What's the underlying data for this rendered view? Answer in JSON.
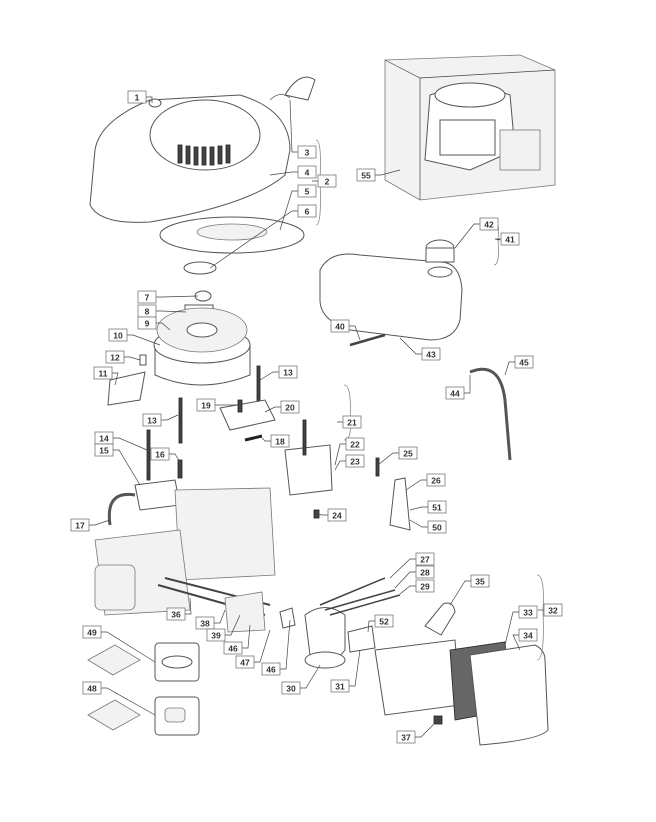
{
  "diagram": {
    "type": "exploded-parts-diagram",
    "callouts": [
      {
        "id": "c1",
        "label": "1"
      },
      {
        "id": "c2",
        "label": "2"
      },
      {
        "id": "c3",
        "label": "3"
      },
      {
        "id": "c4",
        "label": "4"
      },
      {
        "id": "c5",
        "label": "5"
      },
      {
        "id": "c6",
        "label": "6"
      },
      {
        "id": "c7",
        "label": "7"
      },
      {
        "id": "c8",
        "label": "8"
      },
      {
        "id": "c9",
        "label": "9"
      },
      {
        "id": "c10",
        "label": "10"
      },
      {
        "id": "c11",
        "label": "11"
      },
      {
        "id": "c12",
        "label": "12"
      },
      {
        "id": "c13a",
        "label": "13"
      },
      {
        "id": "c13b",
        "label": "13"
      },
      {
        "id": "c14",
        "label": "14"
      },
      {
        "id": "c15",
        "label": "15"
      },
      {
        "id": "c16",
        "label": "16"
      },
      {
        "id": "c17",
        "label": "17"
      },
      {
        "id": "c18",
        "label": "18"
      },
      {
        "id": "c19",
        "label": "19"
      },
      {
        "id": "c20",
        "label": "20"
      },
      {
        "id": "c21",
        "label": "21"
      },
      {
        "id": "c22",
        "label": "22"
      },
      {
        "id": "c23",
        "label": "23"
      },
      {
        "id": "c24",
        "label": "24"
      },
      {
        "id": "c25",
        "label": "25"
      },
      {
        "id": "c26",
        "label": "26"
      },
      {
        "id": "c27",
        "label": "27"
      },
      {
        "id": "c28",
        "label": "28"
      },
      {
        "id": "c29",
        "label": "29"
      },
      {
        "id": "c30",
        "label": "30"
      },
      {
        "id": "c31",
        "label": "31"
      },
      {
        "id": "c32",
        "label": "32"
      },
      {
        "id": "c33",
        "label": "33"
      },
      {
        "id": "c34",
        "label": "34"
      },
      {
        "id": "c35",
        "label": "35"
      },
      {
        "id": "c36",
        "label": "36"
      },
      {
        "id": "c37",
        "label": "37"
      },
      {
        "id": "c38",
        "label": "38"
      },
      {
        "id": "c39",
        "label": "39"
      },
      {
        "id": "c40",
        "label": "40"
      },
      {
        "id": "c41",
        "label": "41"
      },
      {
        "id": "c42",
        "label": "42"
      },
      {
        "id": "c43",
        "label": "43"
      },
      {
        "id": "c44",
        "label": "44"
      },
      {
        "id": "c45",
        "label": "45"
      },
      {
        "id": "c46a",
        "label": "46"
      },
      {
        "id": "c46b",
        "label": "46"
      },
      {
        "id": "c47",
        "label": "47"
      },
      {
        "id": "c48",
        "label": "48"
      },
      {
        "id": "c49",
        "label": "49"
      },
      {
        "id": "c50",
        "label": "50"
      },
      {
        "id": "c51",
        "label": "51"
      },
      {
        "id": "c52",
        "label": "52"
      },
      {
        "id": "c55",
        "label": "55"
      }
    ]
  }
}
